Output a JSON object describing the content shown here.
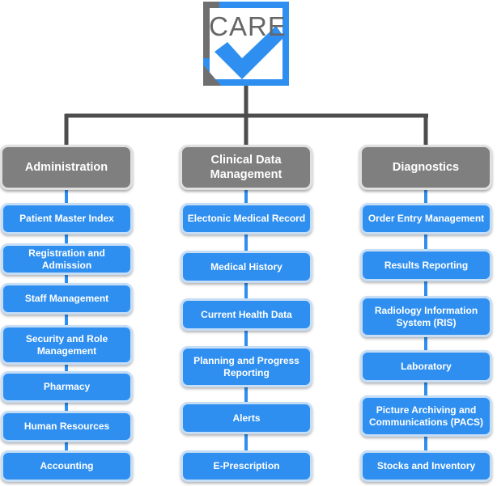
{
  "logo": {
    "text": "CARE",
    "colors": {
      "blue": "#2f8ff0",
      "gray": "#666666"
    }
  },
  "colors": {
    "connector": "#4d4d4d",
    "category": "#7f7f7f",
    "item": "#2f8ff0",
    "item_connector": "#2f8ff0"
  },
  "columns": [
    {
      "title": "Administration",
      "items": [
        "Patient Master Index",
        "Registration and Admission",
        "Staff Management",
        "Security and Role Management",
        "Pharmacy",
        "Human Resources",
        "Accounting"
      ]
    },
    {
      "title": "Clinical Data Management",
      "items": [
        "Electonic Medical Record",
        "Medical History",
        "Current Health Data",
        "Planning and Progress Reporting",
        "Alerts",
        "E-Prescription"
      ]
    },
    {
      "title": "Diagnostics",
      "items": [
        "Order Entry Management",
        "Results Reporting",
        "Radiology Information System (RIS)",
        "Laboratory",
        "Picture Archiving and Communications (PACS)",
        "Stocks and Inventory"
      ]
    }
  ]
}
